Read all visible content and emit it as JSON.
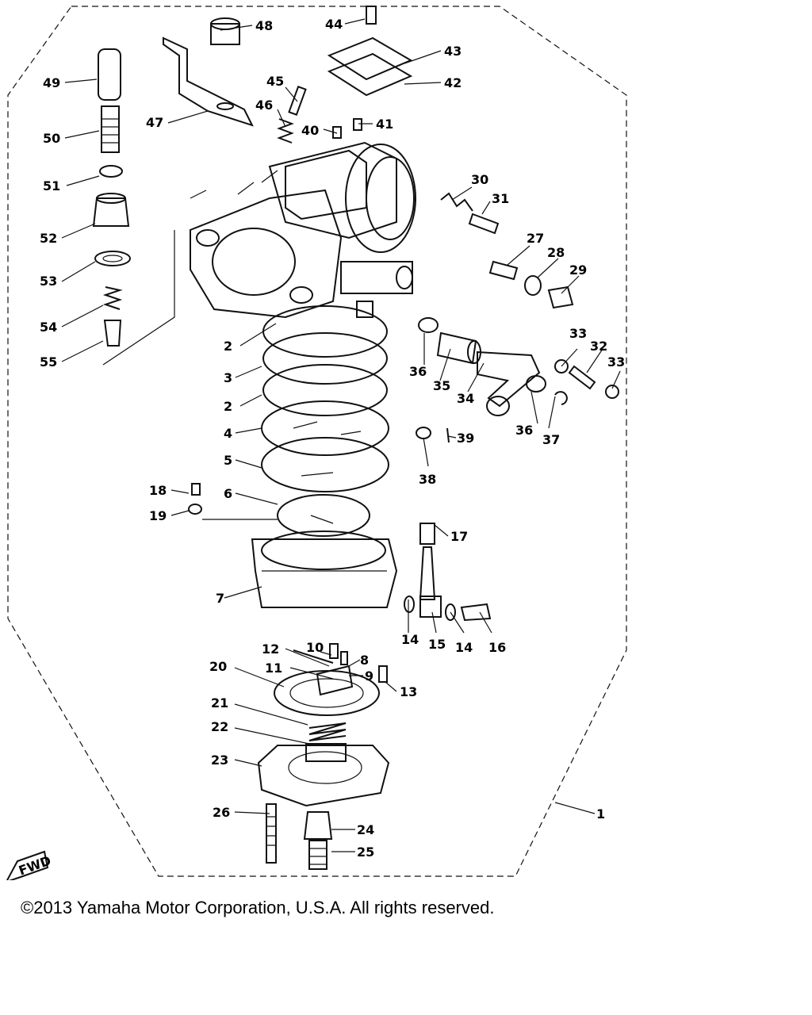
{
  "diagram": {
    "fwd_label": "FWD",
    "callouts": [
      {
        "id": "p1",
        "text": "1"
      },
      {
        "id": "p2a",
        "text": "2"
      },
      {
        "id": "p2b",
        "text": "2"
      },
      {
        "id": "p3",
        "text": "3"
      },
      {
        "id": "p4",
        "text": "4"
      },
      {
        "id": "p5",
        "text": "5"
      },
      {
        "id": "p6",
        "text": "6"
      },
      {
        "id": "p7",
        "text": "7"
      },
      {
        "id": "p8",
        "text": "8"
      },
      {
        "id": "p9",
        "text": "9"
      },
      {
        "id": "p10",
        "text": "10"
      },
      {
        "id": "p11",
        "text": "11"
      },
      {
        "id": "p12",
        "text": "12"
      },
      {
        "id": "p13",
        "text": "13"
      },
      {
        "id": "p14a",
        "text": "14"
      },
      {
        "id": "p14b",
        "text": "14"
      },
      {
        "id": "p15",
        "text": "15"
      },
      {
        "id": "p16",
        "text": "16"
      },
      {
        "id": "p17",
        "text": "17"
      },
      {
        "id": "p18",
        "text": "18"
      },
      {
        "id": "p19",
        "text": "19"
      },
      {
        "id": "p20",
        "text": "20"
      },
      {
        "id": "p21",
        "text": "21"
      },
      {
        "id": "p22",
        "text": "22"
      },
      {
        "id": "p23",
        "text": "23"
      },
      {
        "id": "p24",
        "text": "24"
      },
      {
        "id": "p25",
        "text": "25"
      },
      {
        "id": "p26",
        "text": "26"
      },
      {
        "id": "p27",
        "text": "27"
      },
      {
        "id": "p28",
        "text": "28"
      },
      {
        "id": "p29",
        "text": "29"
      },
      {
        "id": "p30",
        "text": "30"
      },
      {
        "id": "p31",
        "text": "31"
      },
      {
        "id": "p32",
        "text": "32"
      },
      {
        "id": "p33a",
        "text": "33"
      },
      {
        "id": "p33b",
        "text": "33"
      },
      {
        "id": "p34",
        "text": "34"
      },
      {
        "id": "p35",
        "text": "35"
      },
      {
        "id": "p36a",
        "text": "36"
      },
      {
        "id": "p36b",
        "text": "36"
      },
      {
        "id": "p37",
        "text": "37"
      },
      {
        "id": "p38",
        "text": "38"
      },
      {
        "id": "p39",
        "text": "39"
      },
      {
        "id": "p40",
        "text": "40"
      },
      {
        "id": "p41",
        "text": "41"
      },
      {
        "id": "p42",
        "text": "42"
      },
      {
        "id": "p43",
        "text": "43"
      },
      {
        "id": "p44",
        "text": "44"
      },
      {
        "id": "p45",
        "text": "45"
      },
      {
        "id": "p46",
        "text": "46"
      },
      {
        "id": "p47",
        "text": "47"
      },
      {
        "id": "p48",
        "text": "48"
      },
      {
        "id": "p49",
        "text": "49"
      },
      {
        "id": "p50",
        "text": "50"
      },
      {
        "id": "p51",
        "text": "51"
      },
      {
        "id": "p52",
        "text": "52"
      },
      {
        "id": "p53",
        "text": "53"
      },
      {
        "id": "p54",
        "text": "54"
      },
      {
        "id": "p55",
        "text": "55"
      }
    ]
  },
  "footer": {
    "copyright": "©2013 Yamaha Motor Corporation, U.S.A. All rights reserved."
  }
}
